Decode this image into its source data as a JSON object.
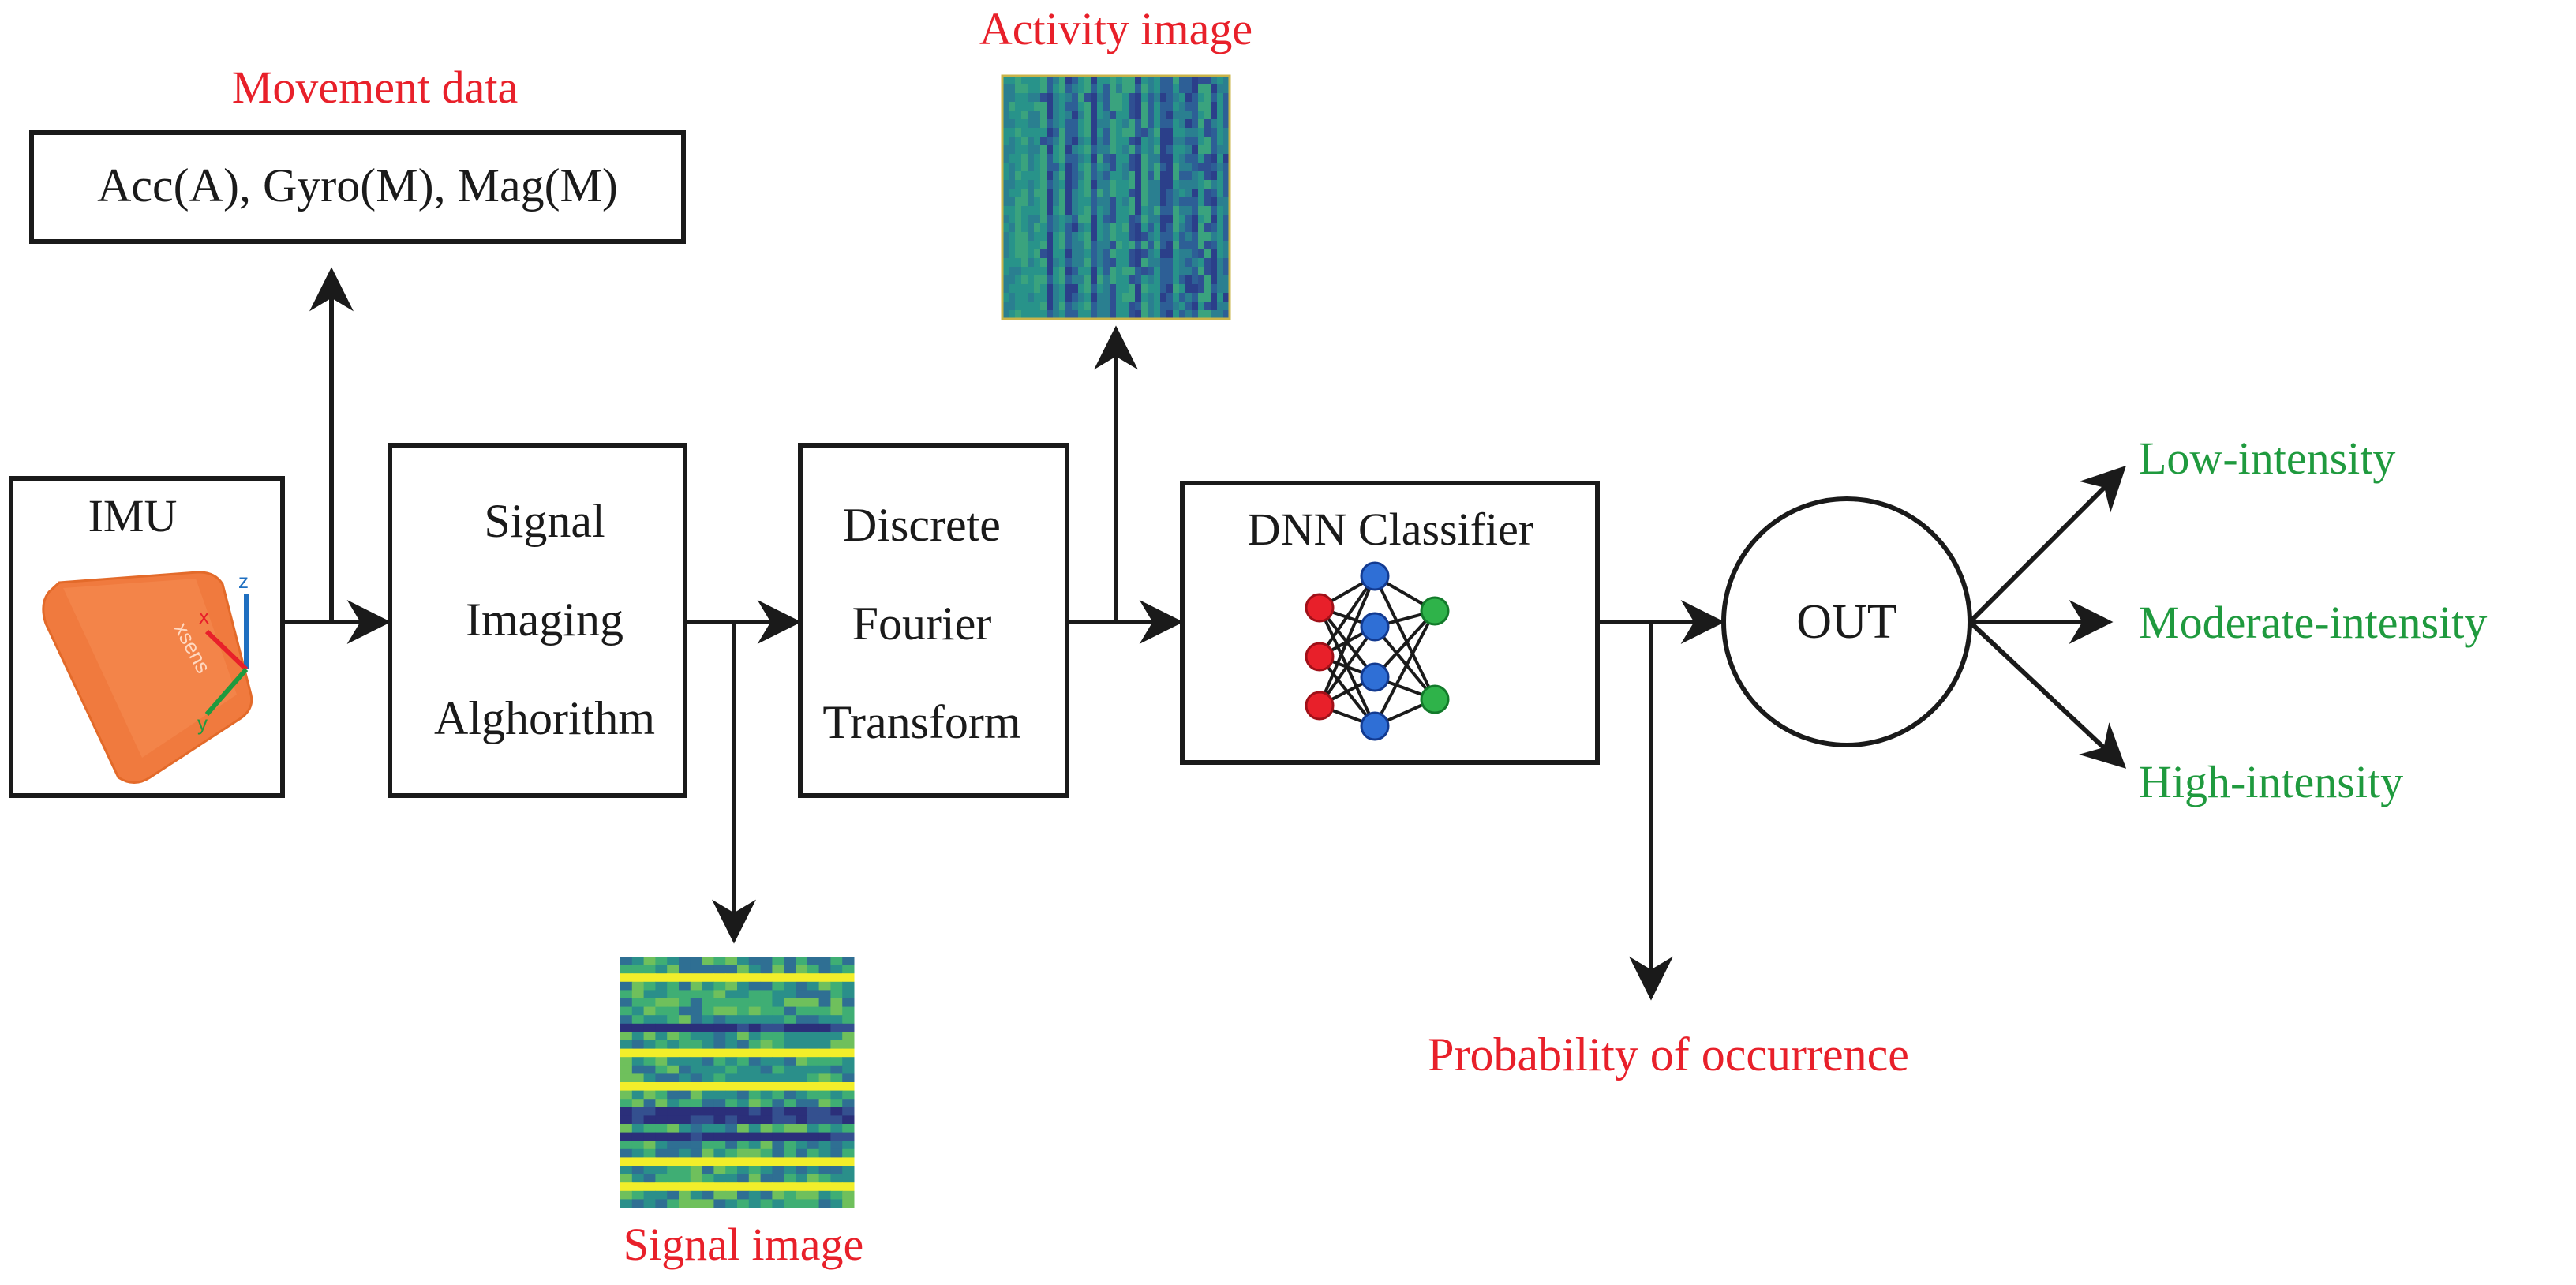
{
  "colors": {
    "red": "#e8202a",
    "green": "#1f9a3e",
    "black": "#1a1a1a",
    "imu_orange": "#f07a3e",
    "heat_dark": "#2b2f7a",
    "heat_teal": "#2a8f8a",
    "heat_yellow": "#f2ee2a"
  },
  "movement": {
    "caption": "Movement data",
    "sensors": "Acc(A), Gyro(M), Mag(M)"
  },
  "imu": {
    "label": "IMU",
    "device_brand": "xsens",
    "axis_x": "x",
    "axis_y": "y",
    "axis_z": "z"
  },
  "signal_imaging": {
    "line1": "Signal",
    "line2": "Imaging",
    "line3": "Alghorithm"
  },
  "dft": {
    "line1": "Discrete",
    "line2": "Fourier",
    "line3": "Transform"
  },
  "activity_image": {
    "caption": "Activity image"
  },
  "signal_image": {
    "caption": "Signal image"
  },
  "dnn": {
    "label": "DNN Classifier"
  },
  "out": {
    "label": "OUT"
  },
  "probability": {
    "caption": "Probability of occurrence"
  },
  "outputs": {
    "low": "Low-intensity",
    "moderate": "Moderate-intensity",
    "high": "High-intensity"
  }
}
